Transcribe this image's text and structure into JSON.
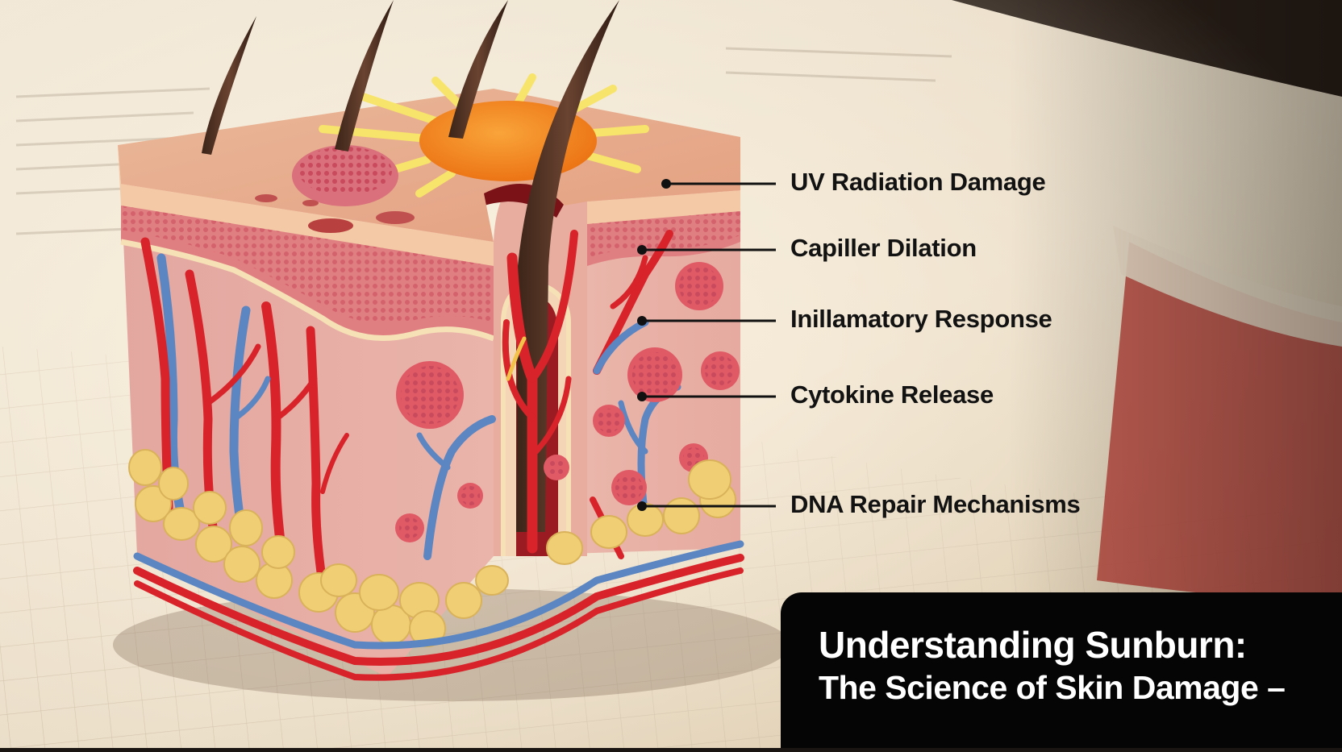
{
  "labels": [
    {
      "id": "uv",
      "text": "UV Radiation Damage"
    },
    {
      "id": "capillary",
      "text": "Capiller Dilation"
    },
    {
      "id": "inflammatory",
      "text": "Inillamatory Response"
    },
    {
      "id": "cytokine",
      "text": "Cytokine Release"
    },
    {
      "id": "dna",
      "text": "DNA Repair Mechanisms"
    }
  ],
  "title": {
    "line1": "Understanding Sunburn:",
    "line2": "The Science of Skin Damage –"
  },
  "colors": {
    "epidermis": "#e9a98a",
    "dermis": "#e5a69b",
    "artery": "#d8232a",
    "vein": "#5b86c2",
    "fat": "#f0cf74",
    "sun": "#f08a1c",
    "label": "#111111",
    "title_bg": "#050505"
  }
}
